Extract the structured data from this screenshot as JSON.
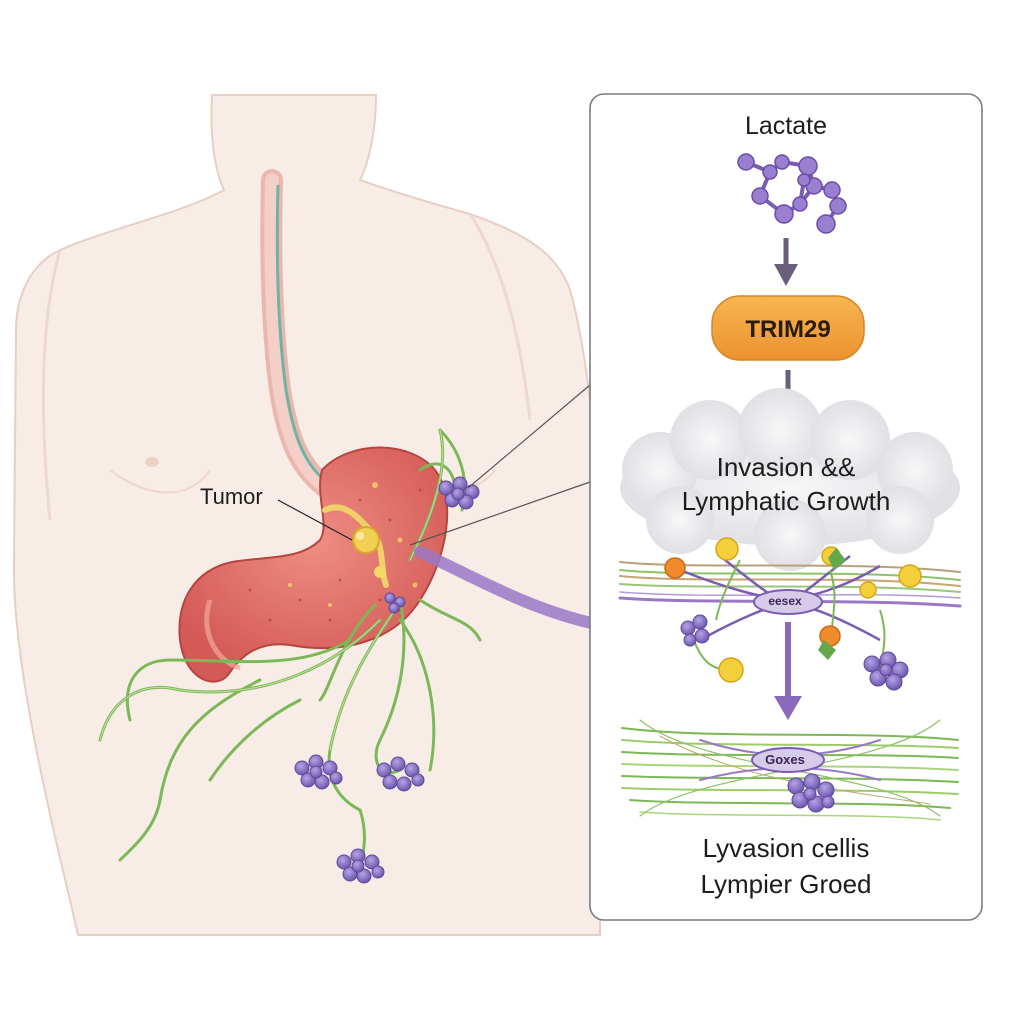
{
  "figure": {
    "tumor_label": "Tumor",
    "panel": {
      "lactate": "Lactate",
      "trim29": "TRIM29",
      "invasion_line1": "Invasion &&",
      "invasion_line2": "Lymphatic Growth",
      "node_label_1": "eesex",
      "node_label_2": "Goxes",
      "bottom_line1": "Lyvasion cellis",
      "bottom_line2": "Lympier Groed"
    },
    "colors": {
      "body_fill": "#f8ece6",
      "body_outline": "#e6cfc4",
      "stomach": "#dc6a66",
      "tumor": "#f2cf55",
      "lymph_vessel": "#7cb856",
      "lymph_node": "#8a74c8",
      "arrow_purple": "#9a78c6",
      "arrow_gray": "#6a5f7a",
      "trim29_box": "#f3a33e",
      "panel_border": "#7c7c7c"
    },
    "icons": [
      "lactate-molecule-icon",
      "lymph-node-cluster-icon",
      "tumor-cell-icon"
    ]
  }
}
